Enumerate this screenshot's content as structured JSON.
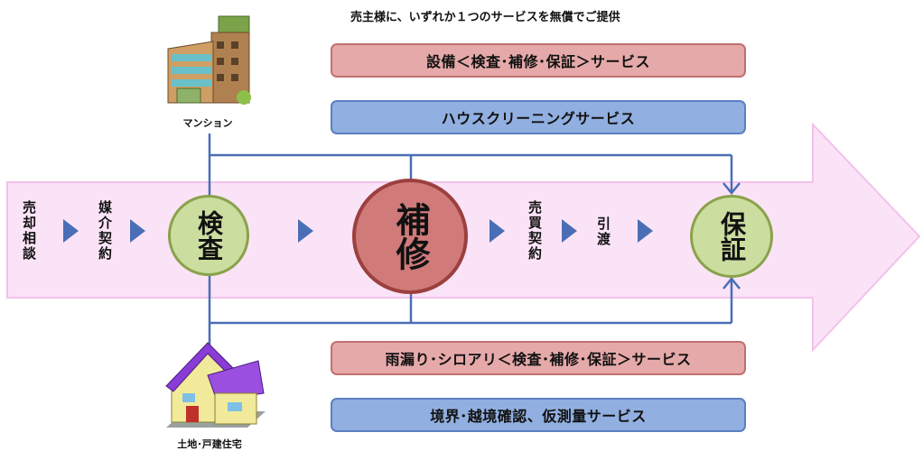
{
  "header_note": "売主様に、いずれか１つのサービスを無償でご提供",
  "services_top": [
    {
      "label": "設備＜検査･補修･保証＞サービス"
    },
    {
      "label": "ハウスクリーニングサービス"
    }
  ],
  "services_bottom": [
    {
      "label": "雨漏り･シロアリ＜検査･補修･保証＞サービス"
    },
    {
      "label": "境界･越境確認、仮測量サービス"
    }
  ],
  "steps": {
    "consult": "売却相談",
    "brokerage": "媒介契約",
    "sale_contract": "売買契約",
    "handover": "引渡"
  },
  "stages": {
    "inspection": "検査",
    "repair": "補修",
    "warranty": "保証"
  },
  "property_types": {
    "mansion": "マンション",
    "house": "土地･戸建住宅"
  },
  "colors": {
    "arrow_fill": "#fbe3f7",
    "arrow_stroke": "#f3c1ea",
    "flow_line": "#4a6eb5",
    "pink_service": "#e6a9a9",
    "blue_service": "#91afe0",
    "green_circle": "#cbdd9f",
    "red_circle": "#d07a7a"
  },
  "icons": {
    "mansion": "apartment-building-icon",
    "house": "house-icon",
    "step_arrow": "triangle-right-icon"
  }
}
